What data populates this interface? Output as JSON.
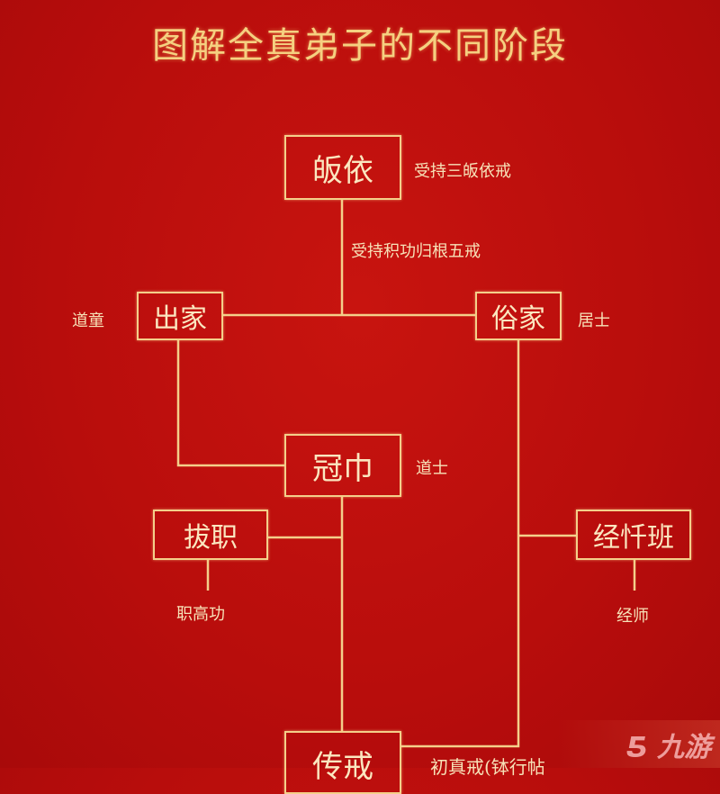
{
  "title": "图解全真弟子的不同阶段",
  "nodes": {
    "guiyi": "皈依",
    "chujia": "出家",
    "sujia": "俗家",
    "guanjin": "冠巾",
    "bazhi": "拔职",
    "jingchanban": "经忏班",
    "chuanjie": "传戒"
  },
  "labels": {
    "guiyi_note": "受持三皈依戒",
    "wujie_note": "受持积功归根五戒",
    "chujia_note": "道童",
    "sujia_note": "居士",
    "guanjin_note": "道士",
    "bazhi_note": "职高功",
    "jingchanban_note": "经师",
    "chuanjie_note": "初真戒(钵行帖"
  },
  "watermark": "九游",
  "colors": {
    "background": "#b80d0c",
    "line": "#f4cf8a"
  }
}
